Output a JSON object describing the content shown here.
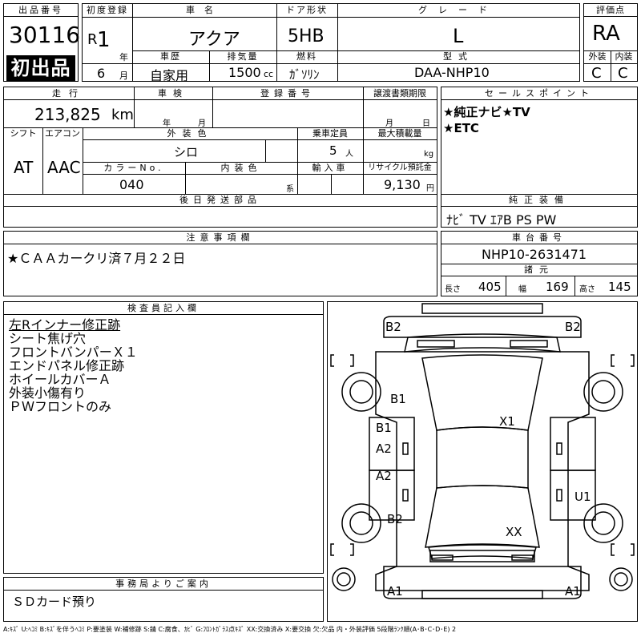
{
  "top": {
    "lot_label": "出品番号",
    "lot_number": "30116",
    "first_listing": "初出品",
    "first_reg_label": "初度登録",
    "era": "R",
    "year": "1",
    "year_unit": "年",
    "month": "6",
    "month_unit": "月",
    "car_name_label": "車名",
    "car_name": "アクア",
    "door_label": "ドア形状",
    "door": "5HB",
    "grade_label": "グレード",
    "grade": "L",
    "score_label": "評価点",
    "score": "RA",
    "history_label": "車歴",
    "history": "自家用",
    "displacement_label": "排気量",
    "displacement": "1500",
    "displacement_unit": "cc",
    "fuel_label": "燃料",
    "fuel": "ｶﾞｿﾘﾝ",
    "model_label": "型式",
    "model": "DAA-NHP10",
    "exterior_label": "外装",
    "exterior": "C",
    "interior_label": "内装",
    "interior": "C"
  },
  "middle": {
    "mileage_label": "走行",
    "mileage": "213,825",
    "mileage_unit": "km",
    "inspection_label": "車検",
    "insp_year_unit": "年",
    "insp_month_unit": "月",
    "reg_no_label": "登録番号",
    "transfer_label": "譲渡書類期限",
    "transfer_month": "月",
    "transfer_day": "日",
    "shift_label": "シフト",
    "shift": "AT",
    "ac_label": "エアコン",
    "ac": "AAC",
    "ext_color_label": "外装色",
    "ext_color": "シロ",
    "capacity_label": "乗車定員",
    "capacity": "5",
    "capacity_unit": "人",
    "max_load_label": "最大積載量",
    "max_load_unit": "kg",
    "color_no_label": "カラーNo.",
    "color_no": "040",
    "int_color_label": "内装色",
    "int_color_unit": "系",
    "import_label": "輸入車",
    "recycle_label": "リサイクル預託金",
    "recycle": "9,130",
    "recycle_unit": "円",
    "later_parts_label": "後日発送部品"
  },
  "sales": {
    "label": "セールスポイント",
    "lines": [
      "★純正ナビ★TV",
      "★ETC"
    ]
  },
  "equipment": {
    "label": "純正装備",
    "value": "ﾅﾋﾞ TV ｴｱB PS PW"
  },
  "notes": {
    "label": "注意事項欄",
    "value": "★ＣＡＡカークリ済７月２２日"
  },
  "chassis": {
    "label": "車台番号",
    "value": "NHP10-2631471",
    "dims_label": "諸元",
    "length_label": "長さ",
    "length": "405",
    "width_label": "幅",
    "width": "169",
    "height_label": "高さ",
    "height": "145"
  },
  "inspector": {
    "label": "検査員記入欄",
    "lines": [
      "左Rインナー修正跡",
      "シート焦げ穴",
      "フロントバンパーＸ１",
      "エンドパネル修正跡",
      "ホイールカバーＡ",
      "外装小傷有り",
      "ＰＷフロントのみ"
    ]
  },
  "office": {
    "label": "事務局よりご案内",
    "value": "ＳＤカード預り"
  },
  "diagram": {
    "marks": [
      "B2",
      "B2",
      "B1",
      "B1",
      "A2",
      "X1",
      "A2",
      "U1",
      "B2",
      "XX",
      "A1",
      "A1"
    ]
  },
  "legend": "A:ｷｽﾞ U:ﾍｺﾐ B:ｷｽﾞを伴うﾍｺﾐ P:要塗装 W:補修跡 S:錆 C:腐食、ｶﾋﾞ G:ﾌﾛﾝﾄｶﾞﾗｽ点ｷｽﾞ XX:交換済み X:要交換 欠:欠品 内・外装評価 5段階ﾗﾝｸ順(A･B･C･D･E) 2"
}
